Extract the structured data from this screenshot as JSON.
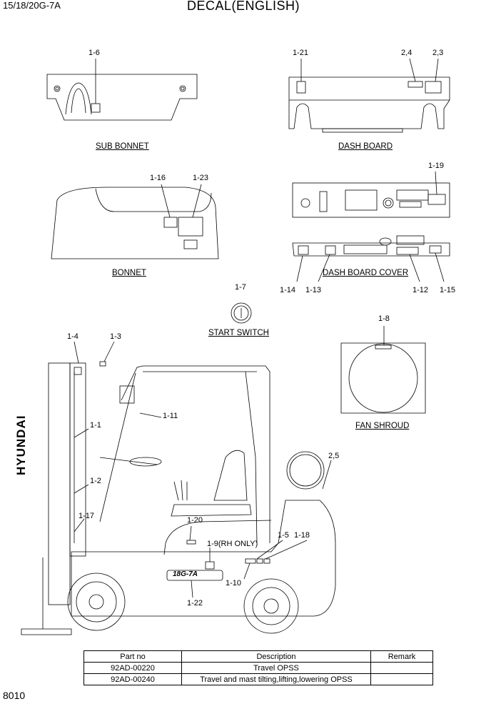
{
  "header": {
    "model": "15/18/20G-7A",
    "title": "DECAL(ENGLISH)"
  },
  "captions": {
    "sub_bonnet": "SUB BONNET",
    "dash_board": "DASH BOARD",
    "bonnet": "BONNET",
    "dash_board_cover": "DASH BOARD COVER",
    "start_switch": "START SWITCH",
    "fan_shroud": "FAN SHROUD"
  },
  "callouts": {
    "c1_6": "1-6",
    "c1_21": "1-21",
    "c2_4": "2,4",
    "c2_3": "2,3",
    "c1_16": "1-16",
    "c1_23": "1-23",
    "c1_19": "1-19",
    "c1_14": "1-14",
    "c1_13": "1-13",
    "c1_12": "1-12",
    "c1_15": "1-15",
    "c1_7": "1-7",
    "c1_8": "1-8",
    "c1_4": "1-4",
    "c1_3": "1-3",
    "c1_11": "1-11",
    "c1_1": "1-1",
    "c2_5": "2,5",
    "c1_2": "1-2",
    "c1_17": "1-17",
    "c1_20": "1-20",
    "c1_9": "1-9(RH ONLY)",
    "c1_5": "1-5",
    "c1_18": "1-18",
    "c1_10": "1-10",
    "c1_22": "1-22"
  },
  "labels": {
    "mast_brand": "HYUNDAI",
    "model_badge": "18G-7A"
  },
  "table": {
    "headers": [
      "Part no",
      "Description",
      "Remark"
    ],
    "rows": [
      [
        "92AD-00220",
        "Travel OPSS",
        ""
      ],
      [
        "92AD-00240",
        "Travel and mast tilting,lifting,lowering OPSS",
        ""
      ]
    ]
  },
  "page_number": "8010"
}
